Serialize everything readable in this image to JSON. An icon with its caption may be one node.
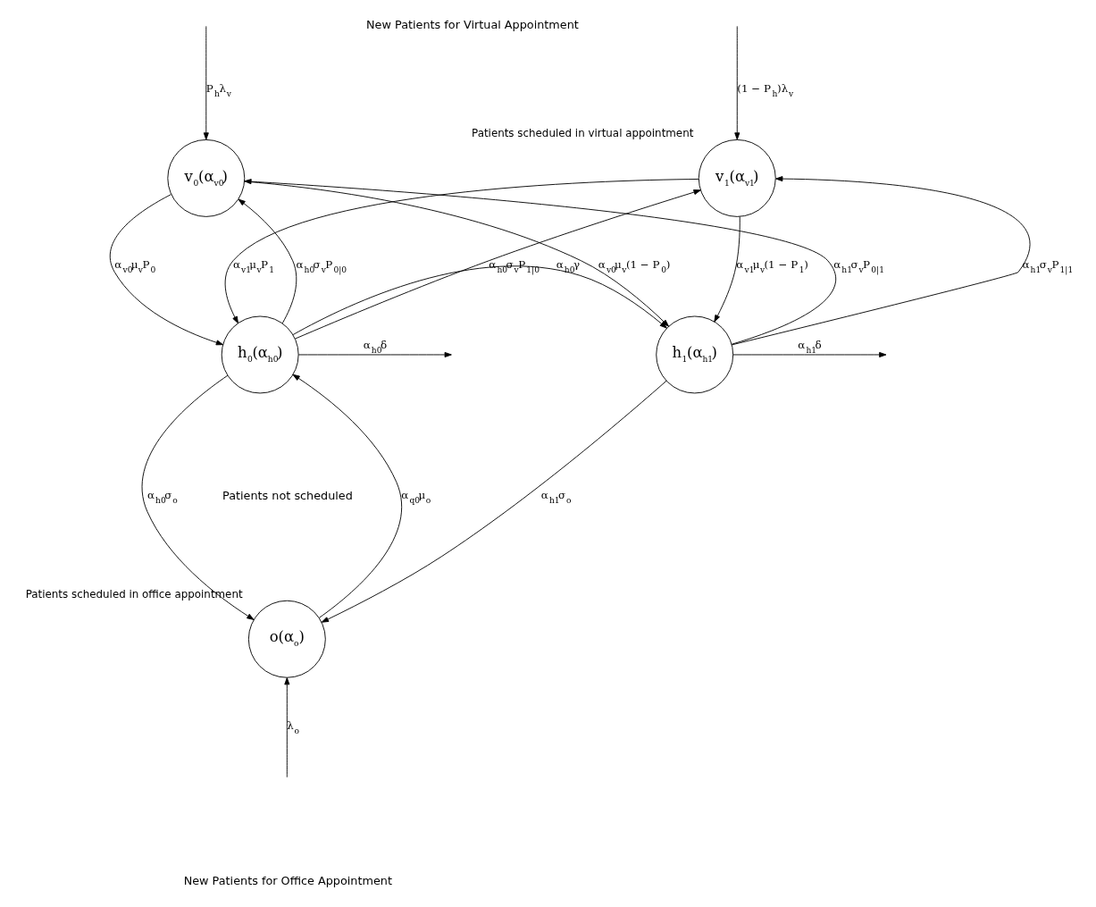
{
  "diagram": {
    "nodes": [
      {
        "text": [
          "v$_{0}$(α$_{v0}$)"
        ]
      },
      {
        "text": [
          "v$_{1}$(α$_{v1}$)"
        ],
        "beside": [
          "Patients scheduled in virtual appointment"
        ]
      },
      {
        "text": [
          "h$_{0}$(α$_{h0}$)"
        ]
      },
      {
        "text": [
          "h$_{1}$(α$_{h1}$)"
        ]
      },
      {
        "text": [
          "o(α$_{o}$)"
        ],
        "beside": [
          "Patients scheduled in office appointment"
        ]
      }
    ],
    "edges": [
      {
        "from": null,
        "to": 0,
        "arrow": "to",
        "label": "P$_{h}$λ$_{v}$"
      },
      {
        "from": null,
        "to": 1,
        "arrow": "to",
        "label": "(1 − P$_{h}$)λ$_{v}$"
      },
      {
        "from": 2,
        "to": 0,
        "arrow": "to",
        "label": "α$_{h0}$σ$_{v}$P$_{0|0}$"
      },
      {
        "from": 0,
        "to": 2,
        "arrow": "to",
        "label": "α$_{v0}$μ$_{v}$P$_{0}$"
      },
      {
        "from": 0,
        "to": 3,
        "arrow": "to",
        "label": "α$_{v0}$μ$_{v}$(1 − P$_{0}$)"
      },
      {
        "from": 3,
        "to": 0,
        "arrow": "to",
        "label": "α$_{h1}$σ$_{v}$P$_{0|1}$"
      },
      {
        "from": 2,
        "to": 1,
        "arrow": "to",
        "label": "α$_{h0}$σ$_{v}$P$_{1|0}$"
      },
      {
        "from": 1,
        "to": 2,
        "arrow": "to",
        "label": "α$_{v1}$μ$_{v}$P$_{1}$"
      },
      {
        "from": 1,
        "to": 3,
        "arrow": "to",
        "label": "α$_{v1}$μ$_{v}$(1 − P$_{1}$)"
      },
      {
        "from": 3,
        "to": 1,
        "arrow": "to",
        "label": "α$_{h1}$σ$_{v}$P$_{1|1}$"
      },
      {
        "from": 2,
        "to": null,
        "arrow": "to",
        "label": "α$_{h0}$δ"
      },
      {
        "from": 2,
        "to": 3,
        "arrow": "to",
        "label": "α$_{h0}$γ"
      },
      {
        "from": 3,
        "to": null,
        "arrow": "to",
        "label": "α$_{h1}$δ"
      },
      {
        "from": 2,
        "to": 4,
        "arrow": "to",
        "label": "α$_{h0}$σ$_{o}$"
      },
      {
        "from": 4,
        "to": 2,
        "arrow": "to",
        "label": "α$_{q0}$μ$_{o}$"
      },
      {
        "from": 3,
        "to": 4,
        "arrow": "to",
        "label": "α$_{h1}$σ$_{o}$"
      },
      {
        "from": null,
        "to": 4,
        "arrow": "to",
        "label": "λ$_{o}$"
      }
    ],
    "labels": [
      "New Patients for Virtual Appointment",
      "Patients not scheduled",
      "New Patients for Office Appointment"
    ]
  }
}
